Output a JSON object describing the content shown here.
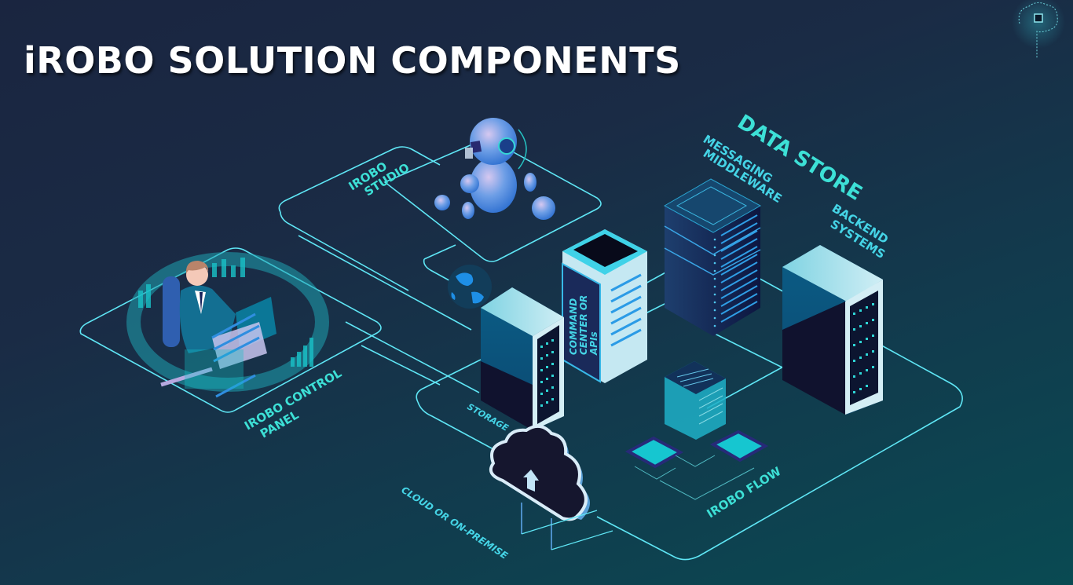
{
  "header": {
    "title": "iROBO SOLUTION COMPONENTS",
    "logo_icon": "brain-circuit-icon"
  },
  "colors": {
    "background_top": "#1a2540",
    "background_bottom": "#094a52",
    "outline": "#5fe6f5",
    "label": "#3de0d6",
    "title": "#ffffff"
  },
  "components": [
    {
      "id": "studio",
      "label_line1": "IROBO",
      "label_line2": "STUDIO",
      "icon": "robot-icon"
    },
    {
      "id": "control_panel",
      "label_line1": "IROBO CONTROL",
      "label_line2": "PANEL",
      "icon": "operator-desk-icon"
    },
    {
      "id": "data_store",
      "label": "DATA STORE"
    },
    {
      "id": "messaging",
      "label_line1": "MESSAGING",
      "label_line2": "MIDDLEWARE",
      "icon": "server-tower-icon"
    },
    {
      "id": "backend",
      "label_line1": "BACKEND",
      "label_line2": "SYSTEMS",
      "icon": "server-rack-icon"
    },
    {
      "id": "command_center",
      "label_line1": "COMMAND",
      "label_line2": "CENTER OR",
      "label_line3": "APIs",
      "icon": "server-icon"
    },
    {
      "id": "storage",
      "label": "STORAGE",
      "icon": "storage-server-icon"
    },
    {
      "id": "cloud",
      "label": "CLOUD OR ON-PREMISE",
      "icon": "cloud-upload-icon"
    },
    {
      "id": "flow",
      "label": "IROBO FLOW",
      "icon": "flow-cube-icon"
    },
    {
      "id": "globe",
      "icon": "globe-icon"
    }
  ]
}
